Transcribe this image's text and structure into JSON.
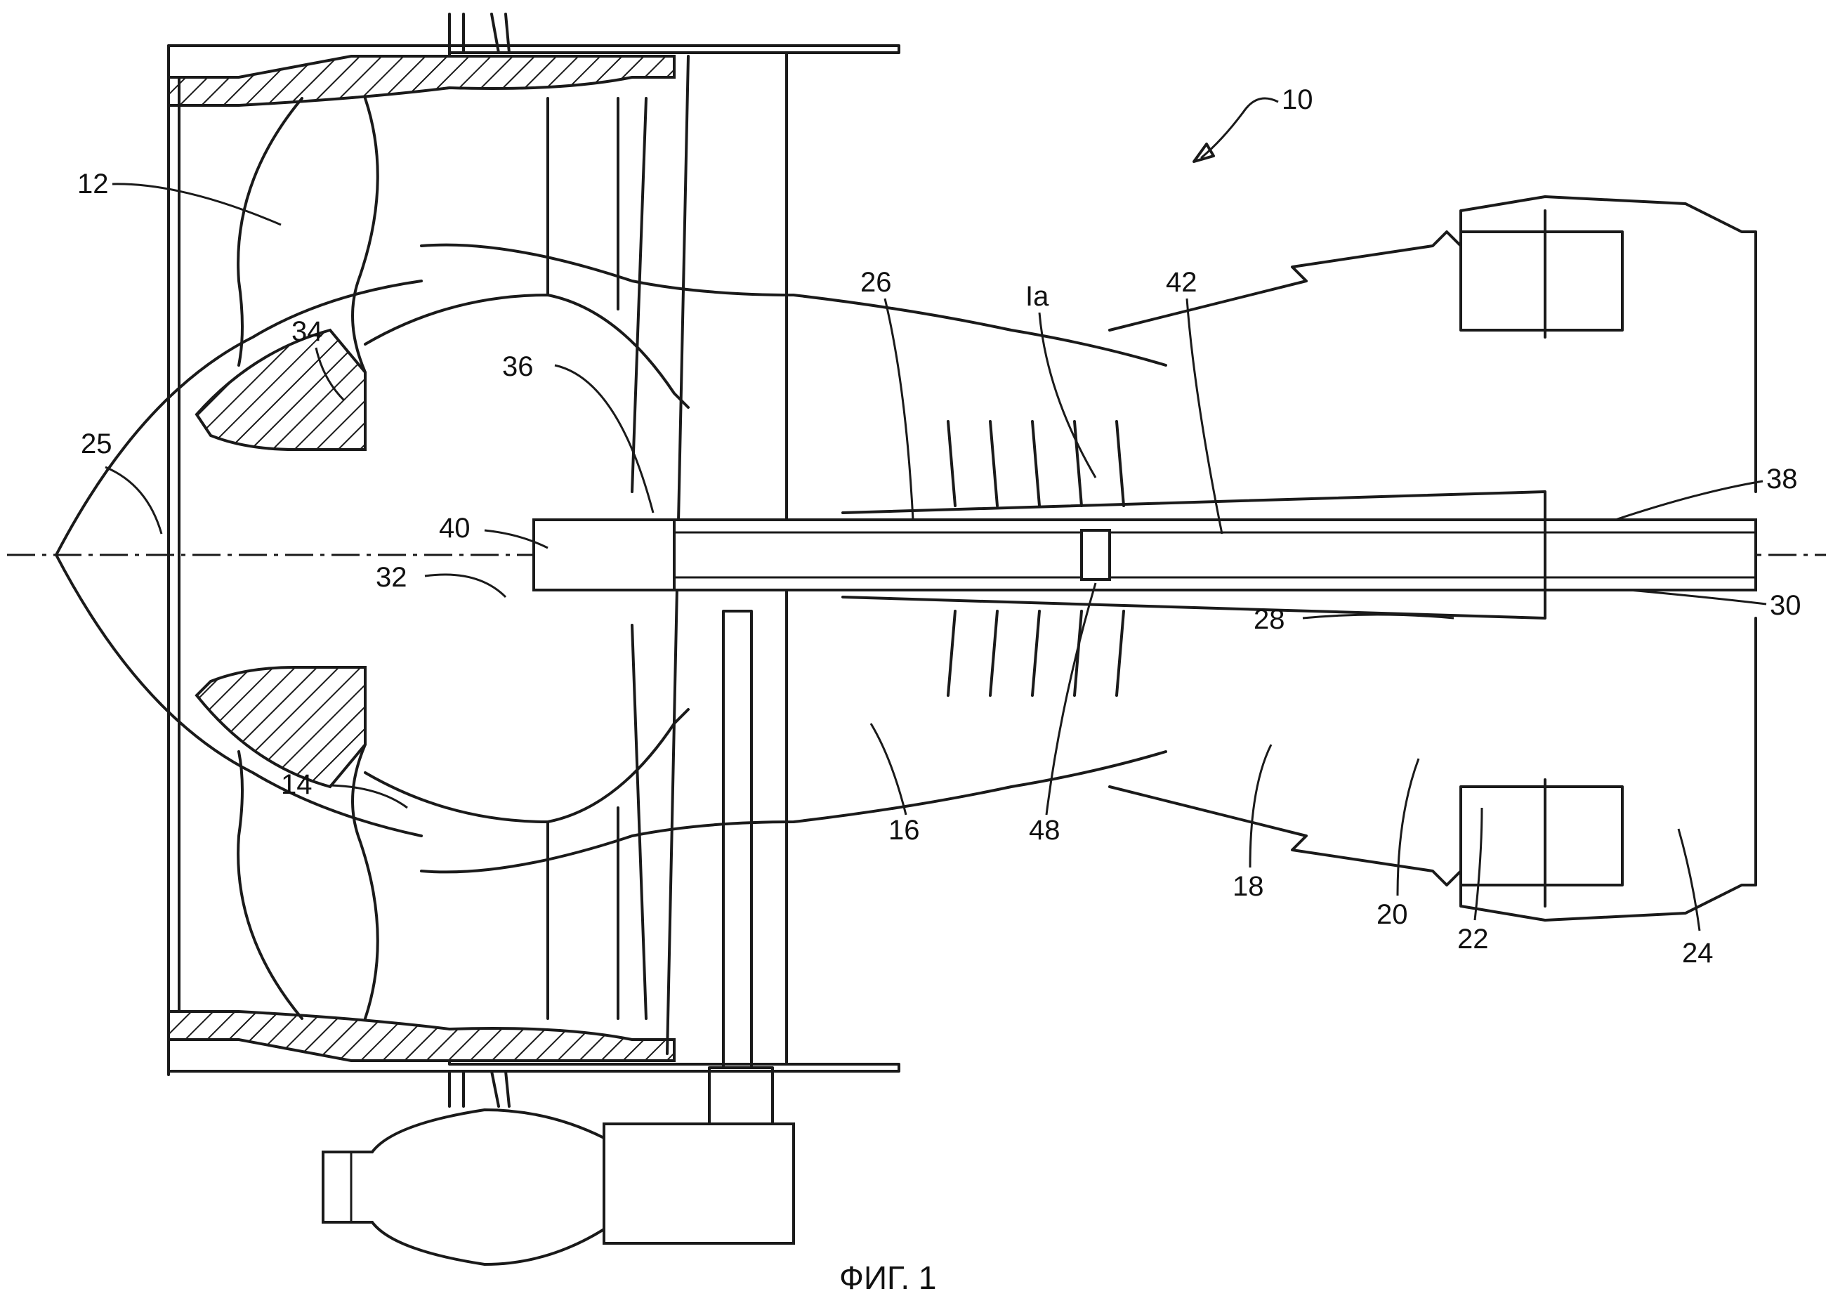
{
  "figure": {
    "caption": "ФИГ. 1"
  },
  "labels": {
    "l10": "10",
    "l12": "12",
    "l14": "14",
    "l16": "16",
    "l18": "18",
    "l20": "20",
    "l22": "22",
    "l24": "24",
    "l25": "25",
    "l26": "26",
    "l28": "28",
    "l30": "30",
    "l32": "32",
    "l34": "34",
    "l36": "36",
    "l38": "38",
    "l40": "40",
    "l42": "42",
    "l48": "48",
    "lIa": "Ia"
  }
}
